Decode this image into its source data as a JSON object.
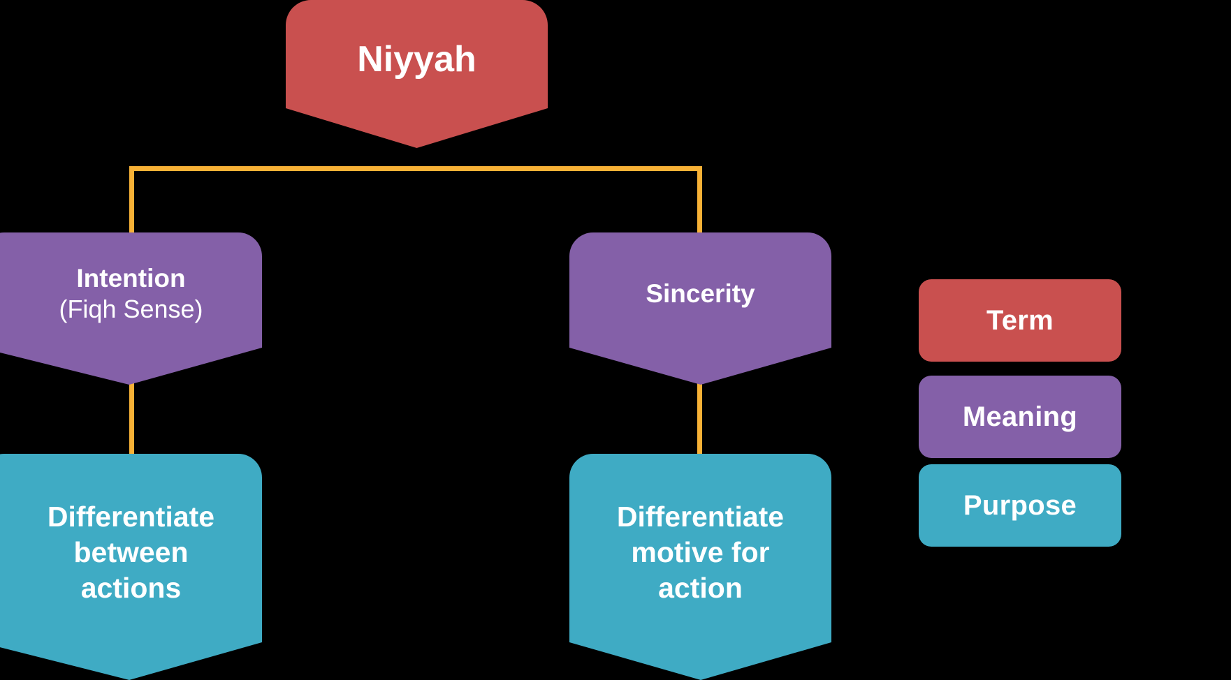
{
  "diagram": {
    "type": "hierarchy-tree",
    "background": "#000000",
    "connector_color": "#f7b136",
    "root": {
      "id": "niyyah",
      "label": "Niyyah",
      "category": "Term",
      "color": "#c9504f"
    },
    "branches": [
      {
        "id": "intention",
        "label": "Intention",
        "sublabel": "(Fiqh Sense)",
        "category": "Meaning",
        "color": "#8460a8",
        "child": {
          "id": "differentiate-actions",
          "lines": [
            "Differentiate",
            "between",
            "actions"
          ],
          "category": "Purpose",
          "color": "#3fabc4"
        }
      },
      {
        "id": "sincerity",
        "label": "Sincerity",
        "sublabel": "",
        "category": "Meaning",
        "color": "#8460a8",
        "child": {
          "id": "differentiate-motive",
          "lines": [
            "Differentiate",
            "motive for",
            "action"
          ],
          "category": "Purpose",
          "color": "#3fabc4"
        }
      }
    ]
  },
  "legend": {
    "items": [
      {
        "label": "Term",
        "color": "#c9504f"
      },
      {
        "label": "Meaning",
        "color": "#8460a8"
      },
      {
        "label": "Purpose",
        "color": "#3fabc4"
      }
    ]
  }
}
